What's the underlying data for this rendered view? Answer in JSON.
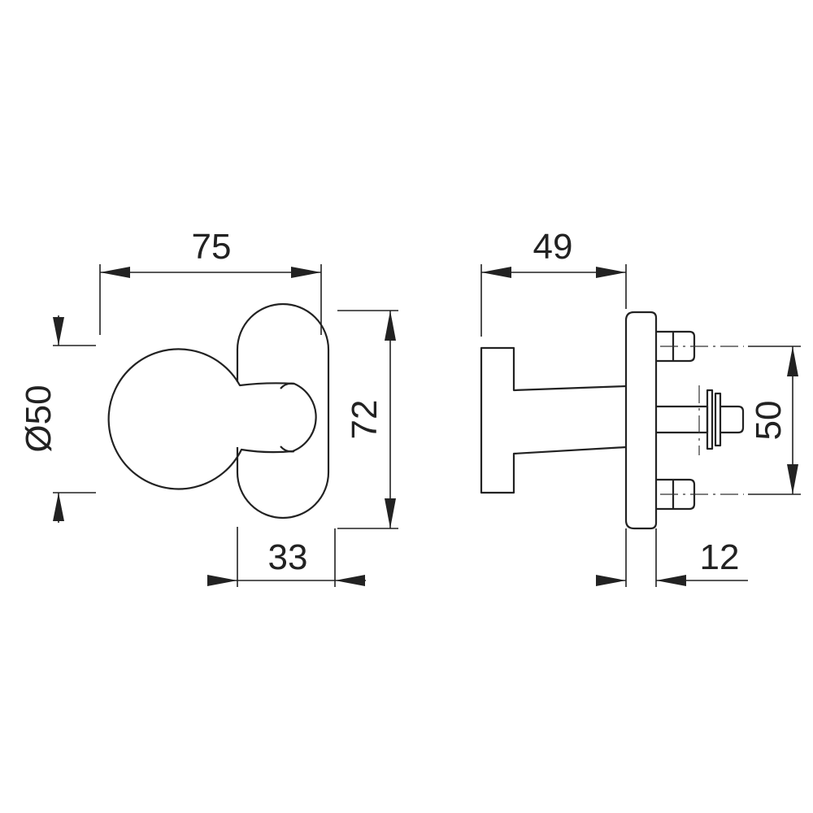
{
  "front_view": {
    "width_label": "75",
    "diameter_label": "Ø50",
    "height_label": "72",
    "depth_label": "33"
  },
  "side_view": {
    "width_label": "49",
    "spacing_label": "50",
    "thickness_label": "12"
  }
}
